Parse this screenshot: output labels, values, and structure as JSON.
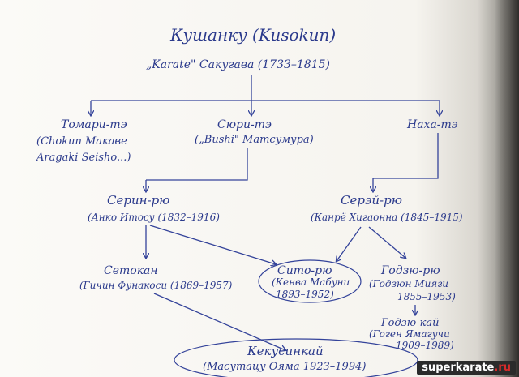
{
  "nodes": {
    "root_title": "Кушанку (Kusokun)",
    "root_sub": "„Karate\" Сакугава (1733–1815)",
    "tomari_1": "Томари-тэ",
    "tomari_2": "(Chokun Макаве",
    "tomari_3": "Aragaki Seisho...)",
    "shuri_1": "Сюри-тэ",
    "shuri_2": "(„Bushi\" Матсумура)",
    "naha_1": "Наха-тэ",
    "shorin_1": "Серин-рю",
    "shorin_2": "(Анко Итосу (1832–1916)",
    "shorei_1": "Серэй-рю",
    "shorei_2": "(Канрё Хигаонна (1845–1915)",
    "shotokan_1": "Сетокан",
    "shotokan_2": "(Гичин Фунакоси (1869–1957)",
    "shito_1": "Сито-рю",
    "shito_2": "(Кенва Мабуни",
    "shito_3": "1893–1952)",
    "goju_1": "Годзю-рю",
    "goju_2": "(Годзюн Мияги",
    "goju_3": "1855–1953)",
    "gojukai_1": "Годзю-кай",
    "gojukai_2": "(Гоген Ямагучи",
    "gojukai_3": "1909–1989)",
    "kyoku_1": "Кекусинкай",
    "kyoku_2": "(Масутацу Ояма 1923–1994)"
  },
  "watermark": {
    "main": "superkarate",
    "tld": ".ru"
  },
  "colors": {
    "ink": "#2b3a8c",
    "paper": "#f6f4ef",
    "watermark_bg": "#2b2b2b",
    "watermark_accent": "#d62b2b"
  }
}
